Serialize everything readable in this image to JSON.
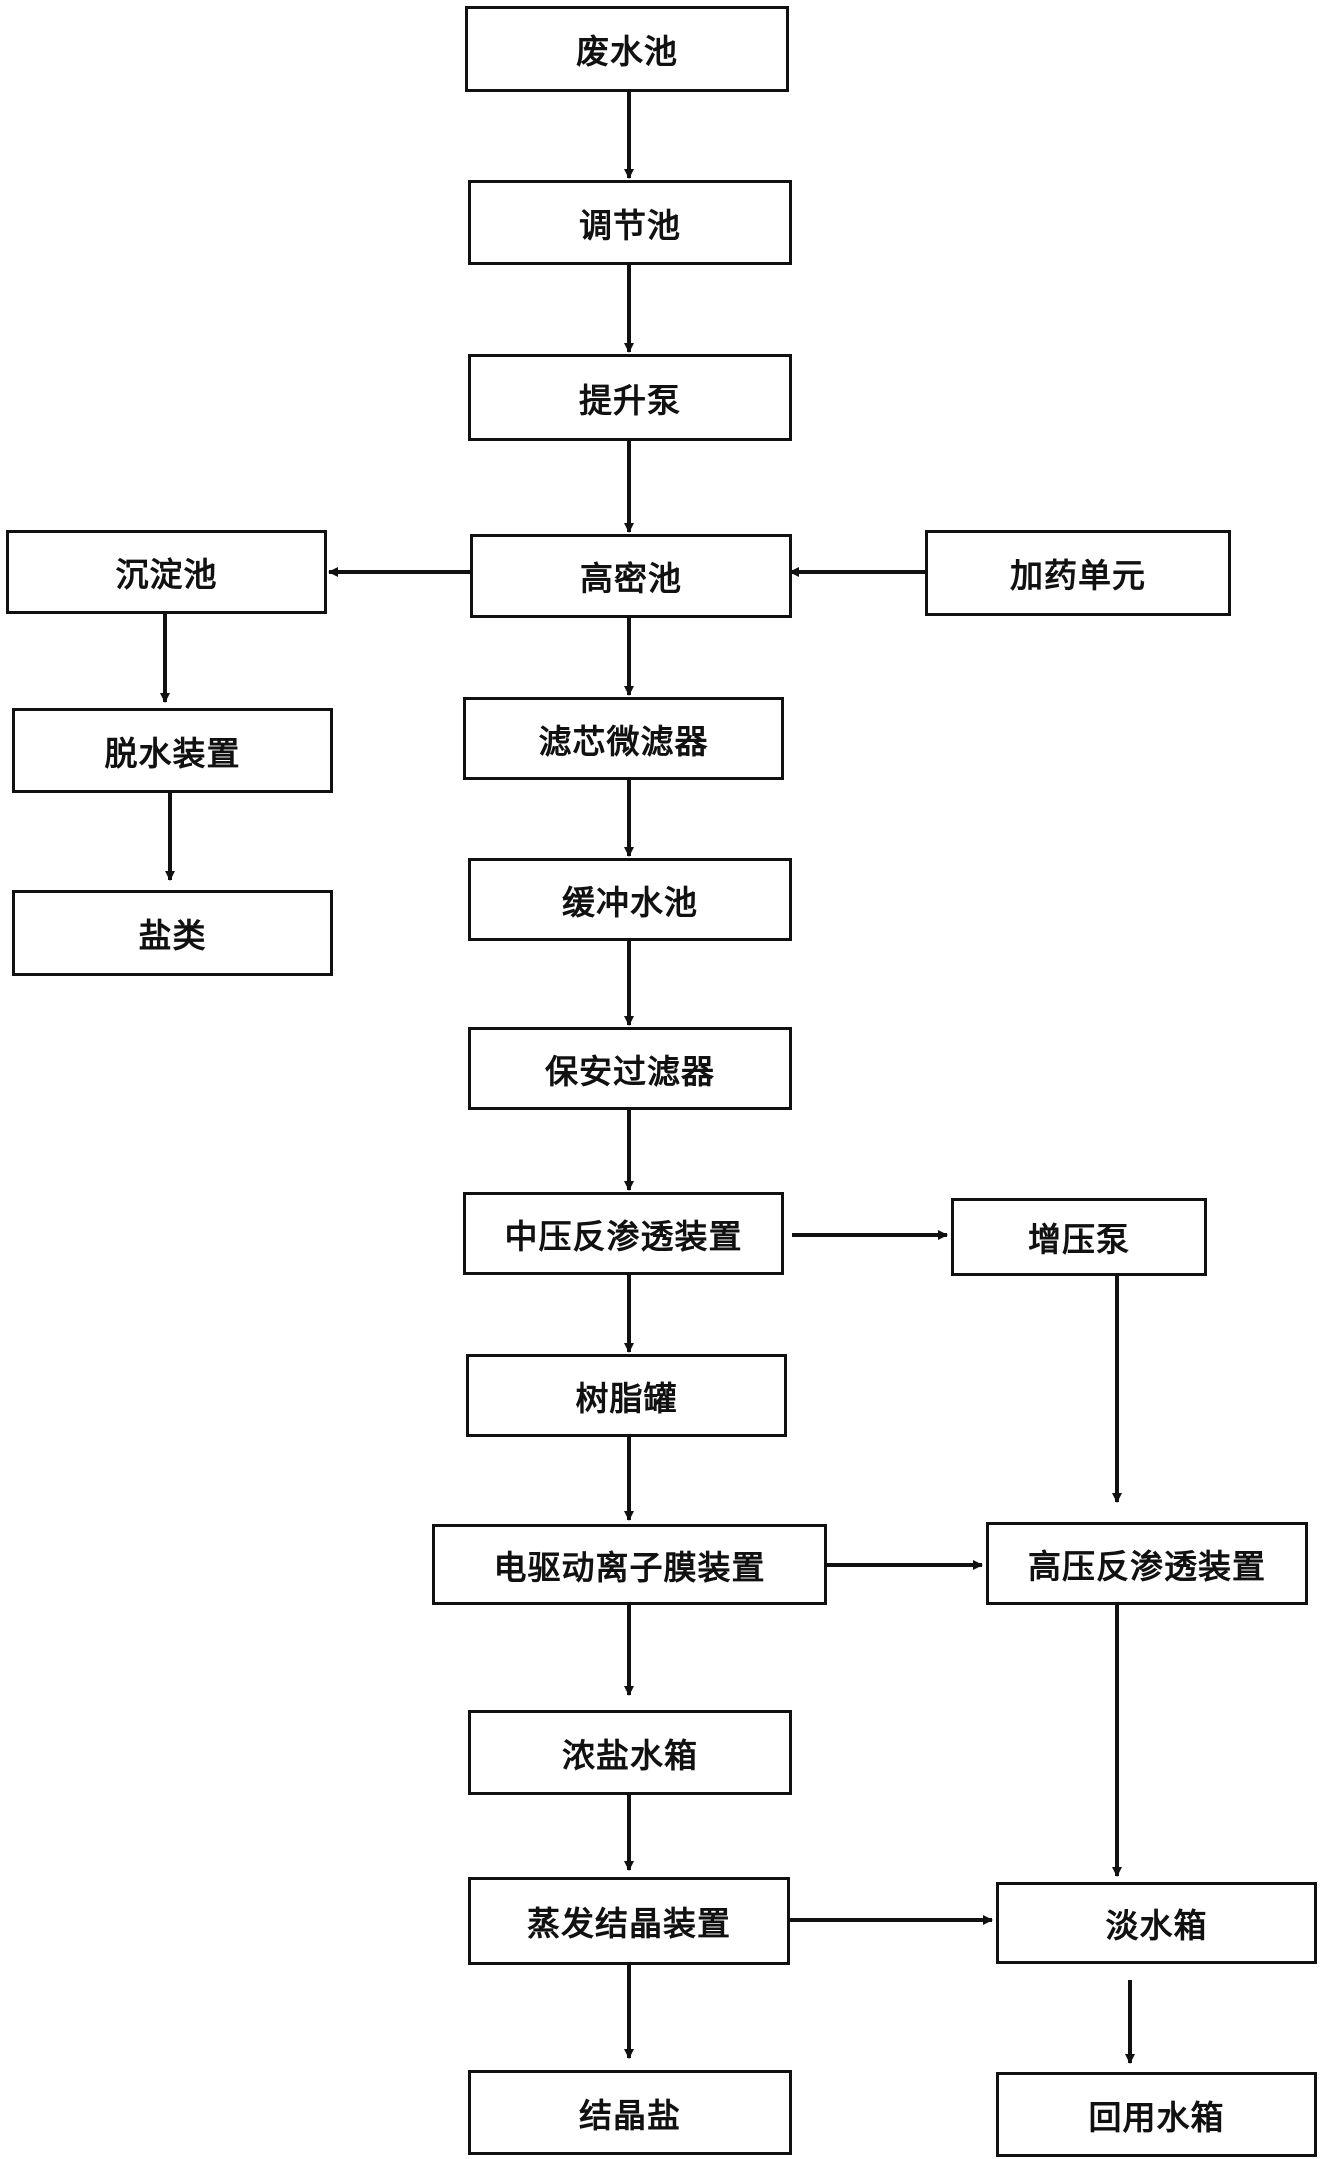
{
  "nodes": {
    "wastewater_pool": "废水池",
    "regulating_pool": "调节池",
    "lift_pump": "提升泵",
    "high_density_pool": "高密池",
    "dosing_unit": "加药单元",
    "sedimentation_pool": "沉淀池",
    "dewatering_device": "脱水装置",
    "salts": "盐类",
    "cartridge_microfilter": "滤芯微滤器",
    "buffer_pool": "缓冲水池",
    "security_filter": "保安过滤器",
    "medium_pressure_ro": "中压反渗透装置",
    "booster_pump": "增压泵",
    "resin_tank": "树脂罐",
    "electro_membrane": "电驱动离子膜装置",
    "high_pressure_ro": "高压反渗透装置",
    "brine_tank": "浓盐水箱",
    "evaporation_crystallizer": "蒸发结晶装置",
    "fresh_water_tank": "淡水箱",
    "crystal_salt": "结晶盐",
    "reuse_water_tank": "回用水箱"
  }
}
